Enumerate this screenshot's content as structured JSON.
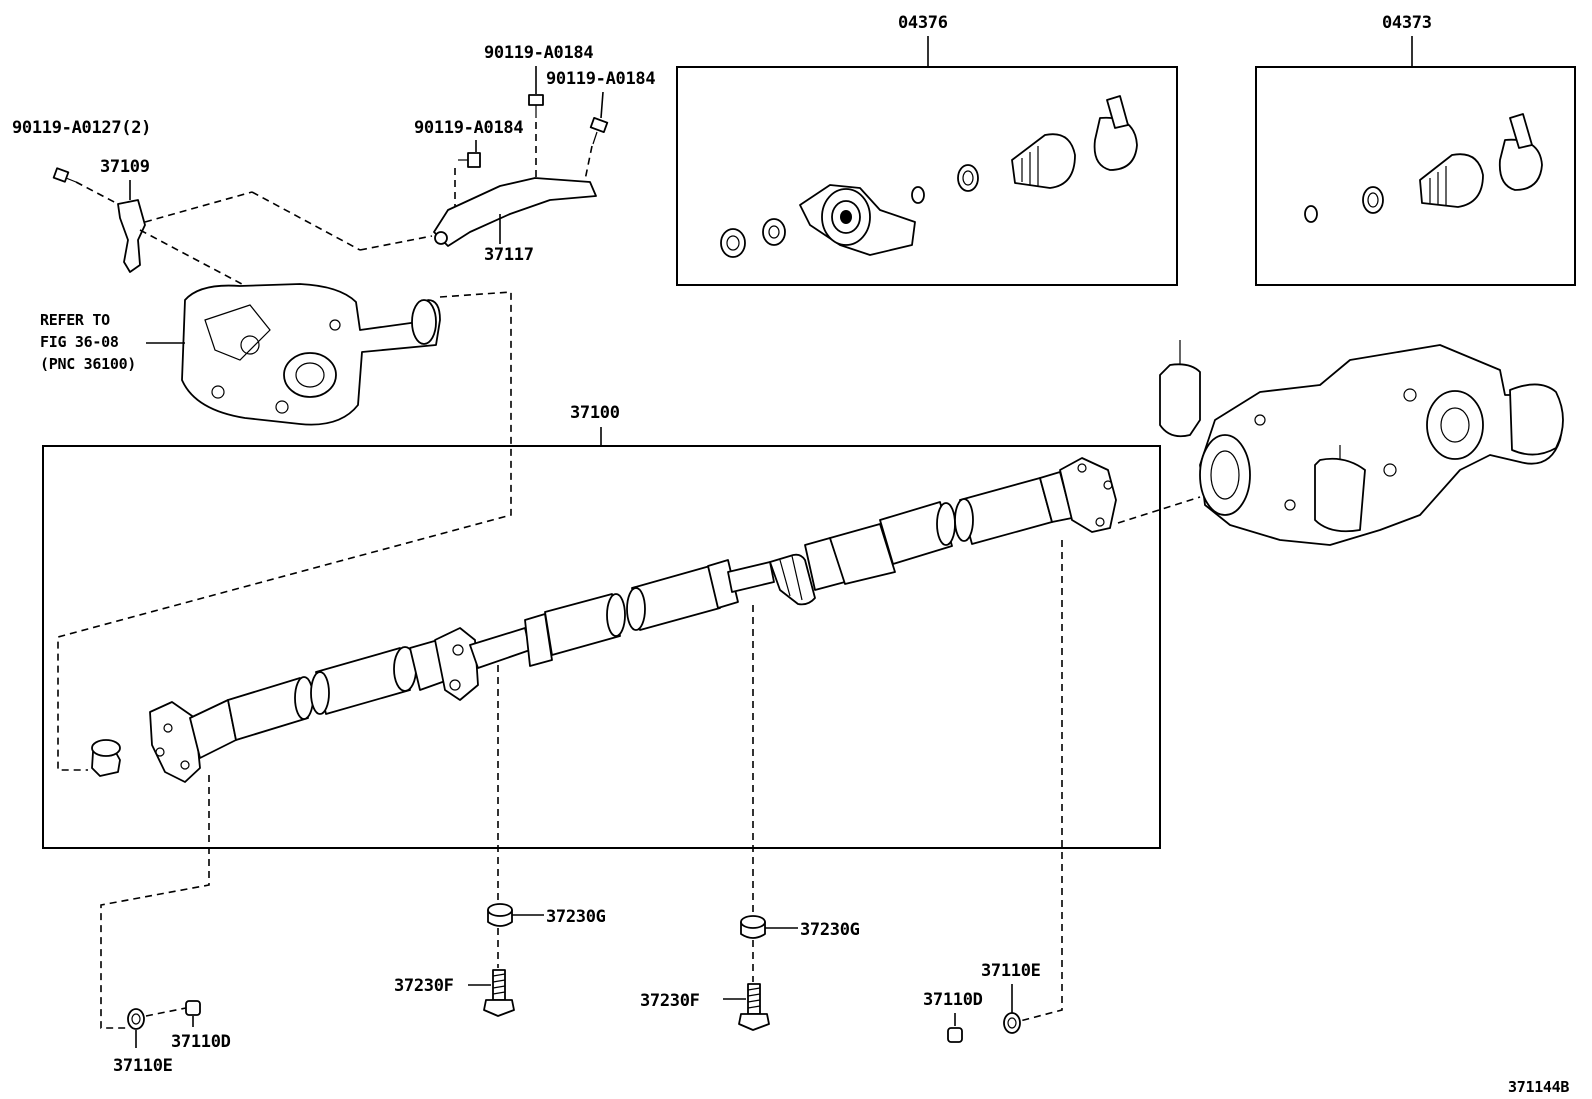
{
  "diagram_id": "371144B",
  "kit_labels": {
    "center_support_kit": "04376",
    "boot_kit": "04373"
  },
  "assembly_label": "37100",
  "reference_note": {
    "line1": "REFER TO",
    "line2": "FIG 36-08",
    "line3": "(PNC 36100)"
  },
  "part_labels": {
    "bolt_a0127": "90119-A0127(2)",
    "bracket_37109": "37109",
    "bolt_a0184_top": "90119-A0184",
    "bolt_a0184_right": "90119-A0184",
    "bolt_a0184_left": "90119-A0184",
    "bracket_37117": "37117",
    "washer_37230g_a": "37230G",
    "washer_37230g_b": "37230G",
    "bolt_37230f_a": "37230F",
    "bolt_37230f_b": "37230F",
    "washer_37110e_left": "37110E",
    "nut_37110d_left": "37110D",
    "washer_37110e_right": "37110E",
    "nut_37110d_right": "37110D"
  }
}
